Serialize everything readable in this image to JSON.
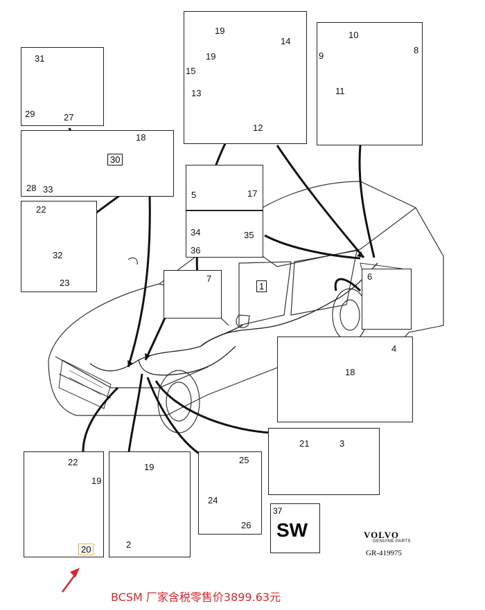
{
  "callouts": {
    "n1": "1",
    "n2": "2",
    "n3": "3",
    "n4": "4",
    "n5": "5",
    "n6": "6",
    "n7": "7",
    "n8": "8",
    "n9": "9",
    "n10": "10",
    "n11": "11",
    "n12": "12",
    "n13": "13",
    "n14": "14",
    "n15": "15",
    "n17": "17",
    "n18a": "18",
    "n18b": "18",
    "n19a": "19",
    "n19b": "19",
    "n19c": "19",
    "n19d": "19",
    "n20": "20",
    "n21": "21",
    "n22a": "22",
    "n22b": "22",
    "n23": "23",
    "n24": "24",
    "n25": "25",
    "n26": "26",
    "n27": "27",
    "n28": "28",
    "n29": "29",
    "n30": "30",
    "n31": "31",
    "n32": "32",
    "n33": "33",
    "n34": "34",
    "n35": "35",
    "n36": "36"
  },
  "sw_box": {
    "number": "37",
    "label": "SW"
  },
  "brand": {
    "name": "VOLVO",
    "sub": "GENUINE PARTS",
    "ref": "GR-419975"
  },
  "caption": "BCSM 厂家含税零售价3899.63元",
  "colors": {
    "highlight_box": "#e8b24a",
    "caption": "#d8262c",
    "arrow": "#d8262c"
  }
}
